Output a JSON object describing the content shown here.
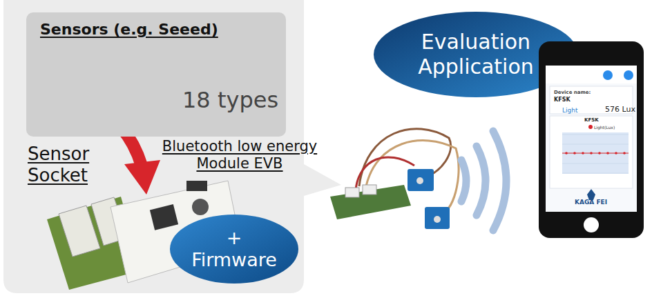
{
  "diagram": {
    "nodes": [
      {
        "text": [
          "Sensors (e.g. Seeed)",
          "18 types"
        ]
      },
      {
        "text": [
          "+ Firmware"
        ]
      },
      {
        "text": [
          "Evaluation Application"
        ]
      },
      {
        "text": [
          "Device name:",
          "KFSK",
          "Light",
          "576 Lux",
          "KFSK",
          "Light(Lux)",
          "KAGA FEI"
        ]
      }
    ],
    "labels": [
      "Sensor Socket",
      "Bluetooth low energy Module EVB"
    ]
  }
}
